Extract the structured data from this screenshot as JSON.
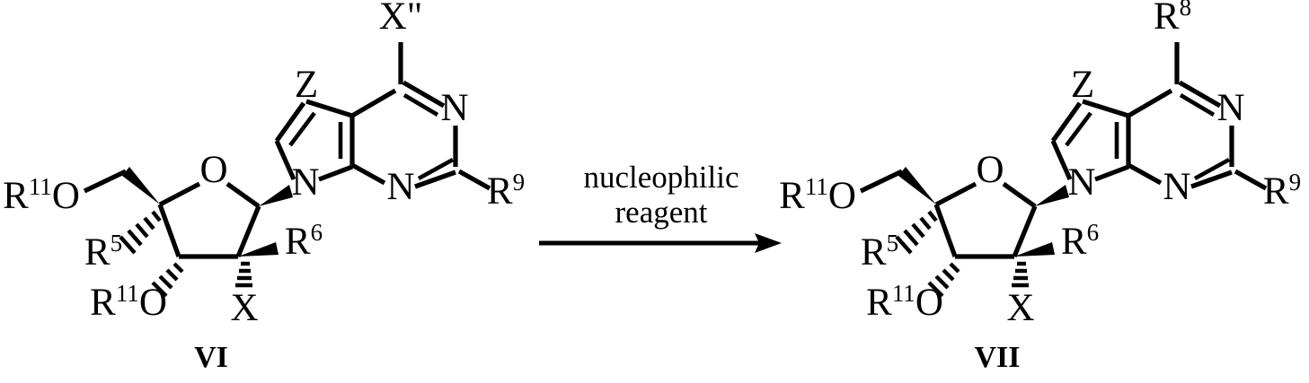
{
  "scheme": {
    "title": "Nucleophilic substitution of 7-deazapurine nucleoside VI to VII",
    "background_color": "#ffffff",
    "ink_color": "#000000"
  },
  "reaction_arrow": {
    "label_line_1": "nucleophilic",
    "label_line_2": "reagent",
    "direction": "left-to-right"
  },
  "reactant": {
    "compound_label": "VI",
    "labels": {
      "c6_substituent": "X\"",
      "ring_z": "Z",
      "n1": "N",
      "n3": "N",
      "n9": "N",
      "c2_substituent_base": "R",
      "c2_substituent_sup": "9",
      "sugar_ring_o": "O",
      "c5prime_o_base": "R",
      "c5prime_o_sup": "11",
      "c5prime_o_atom": "O",
      "c4prime_base": "R",
      "c4prime_sup": "5",
      "c3prime_o_base": "R",
      "c3prime_o_sup": "11",
      "c3prime_o_atom": "O",
      "c2prime_r_base": "R",
      "c2prime_r_sup": "6",
      "c2prime_x": "X"
    }
  },
  "product": {
    "compound_label": "VII",
    "labels": {
      "c6_substituent_base": "R",
      "c6_substituent_sup": "8",
      "ring_z": "Z",
      "n1": "N",
      "n3": "N",
      "n9": "N",
      "c2_substituent_base": "R",
      "c2_substituent_sup": "9",
      "sugar_ring_o": "O",
      "c5prime_o_base": "R",
      "c5prime_o_sup": "11",
      "c5prime_o_atom": "O",
      "c4prime_base": "R",
      "c4prime_sup": "5",
      "c3prime_o_base": "R",
      "c3prime_o_sup": "11",
      "c3prime_o_atom": "O",
      "c2prime_r_base": "R",
      "c2prime_r_sup": "6",
      "c2prime_x": "X"
    }
  }
}
